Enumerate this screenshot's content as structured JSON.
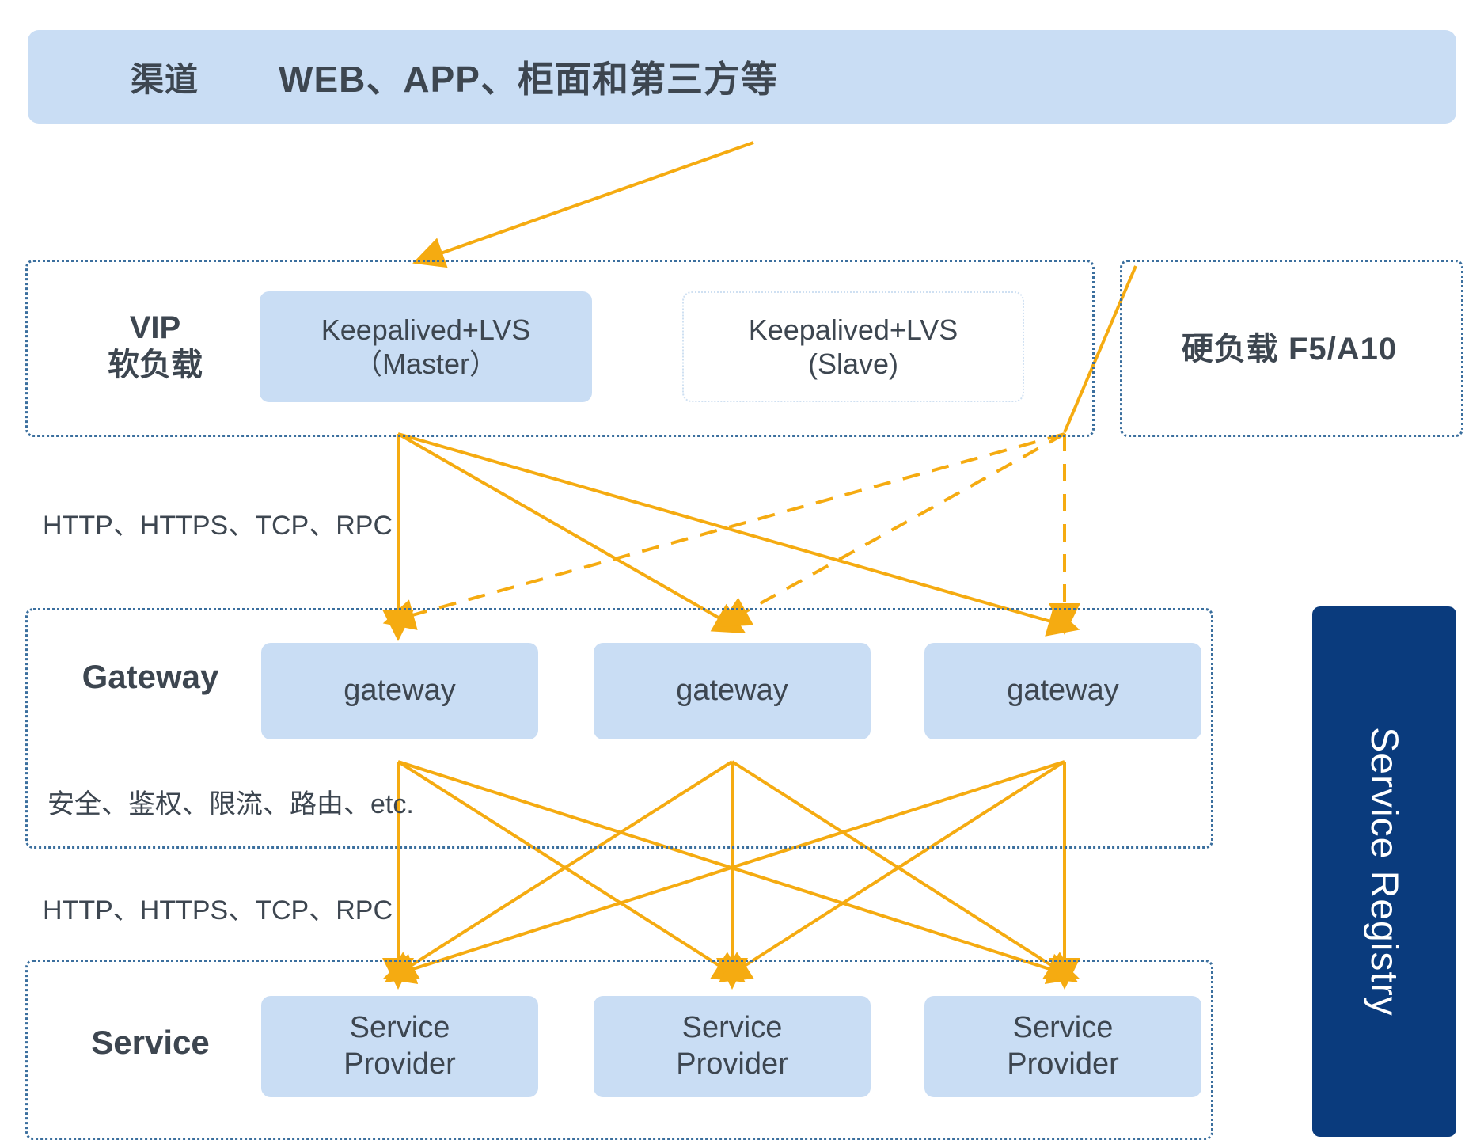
{
  "diagram": {
    "title_row": {
      "side_label": "渠道",
      "center_label": "WEB、APP、柜面和第三方等"
    },
    "layers": [
      {
        "id": "vip",
        "title_lines": [
          "VIP",
          "软负载"
        ],
        "nodes": [
          {
            "name": "keepalived-master",
            "lines": [
              "Keepalived+LVS",
              "（Master）"
            ],
            "style": "filled"
          },
          {
            "name": "keepalived-slave",
            "lines": [
              "Keepalived+LVS",
              "(Slave)"
            ],
            "style": "ghost"
          }
        ]
      },
      {
        "id": "gateway",
        "title_lines": [
          "Gateway"
        ],
        "nodes": [
          {
            "name": "gateway-1",
            "lines": [
              "gateway"
            ],
            "style": "filled"
          },
          {
            "name": "gateway-2",
            "lines": [
              "gateway"
            ],
            "style": "filled"
          },
          {
            "name": "gateway-3",
            "lines": [
              "gateway"
            ],
            "style": "filled"
          }
        ]
      },
      {
        "id": "service",
        "title_lines": [
          "Service"
        ],
        "nodes": [
          {
            "name": "service-provider-1",
            "lines": [
              "Service",
              "Provider"
            ],
            "style": "filled"
          },
          {
            "name": "service-provider-2",
            "lines": [
              "Service",
              "Provider"
            ],
            "style": "filled"
          },
          {
            "name": "service-provider-3",
            "lines": [
              "Service",
              "Provider"
            ],
            "style": "filled"
          }
        ]
      }
    ],
    "hardware_lb": {
      "label": "硬负载  F5/A10"
    },
    "registry": {
      "label": "Service Registry"
    },
    "edge_labels": {
      "vip_to_gateway": "HTTP、HTTPS、TCP、RPC",
      "gateway_features": "安全、鉴权、限流、路由、etc.",
      "gateway_to_service": "HTTP、HTTPS、TCP、RPC"
    },
    "node_text": {
      "kl_master_line1": "Keepalived+LVS",
      "kl_master_line2": "（Master）",
      "kl_slave_line1": "Keepalived+LVS",
      "kl_slave_line2": "(Slave)",
      "gateway": "gateway",
      "sp_line1": "Service",
      "sp_line2": "Provider"
    },
    "titles": {
      "vip_line1": "VIP",
      "vip_line2": "软负载",
      "gateway": "Gateway",
      "service": "Service"
    },
    "colors": {
      "node_fill": "#c9ddf4",
      "registry_fill": "#0a3b7d",
      "connector": "#f5ab11",
      "layer_border": "#3b6f9e",
      "text": "#3d4650"
    }
  }
}
